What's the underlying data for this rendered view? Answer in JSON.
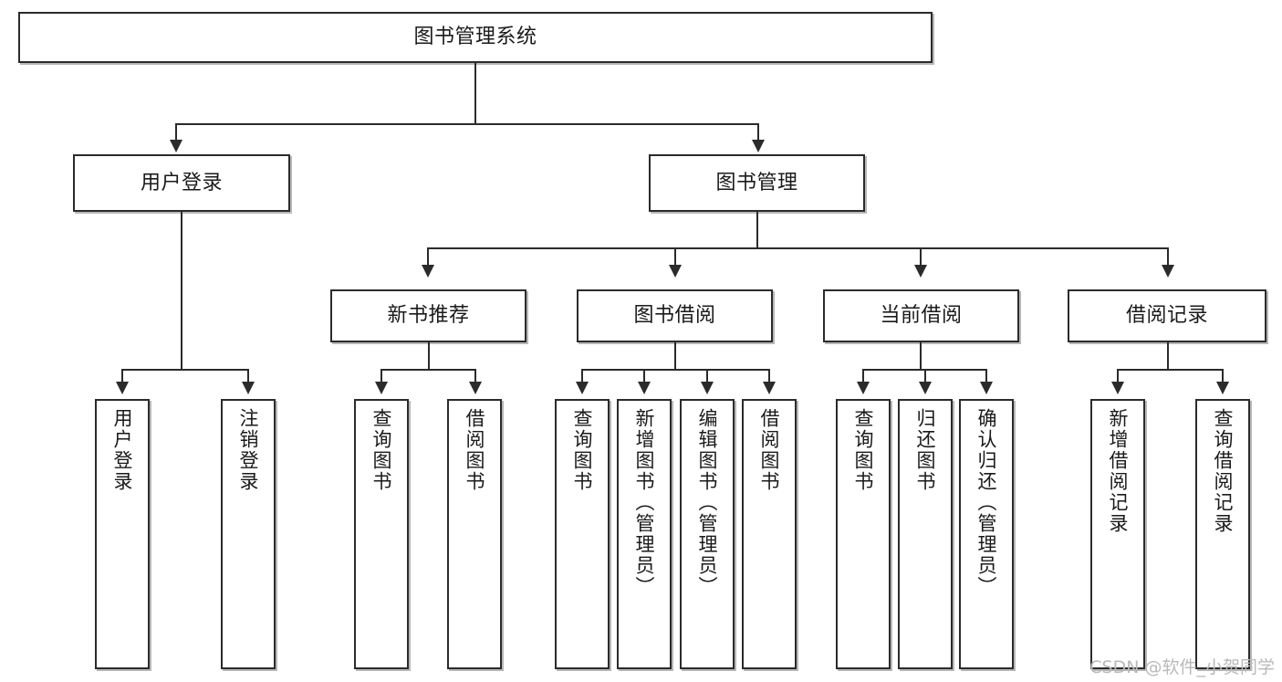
{
  "diagram": {
    "title": "图书管理系统",
    "watermark": "CSDN @软件_小贺同学",
    "type": "hierarchy-tree",
    "root": {
      "label": "图书管理系统"
    },
    "level2": [
      {
        "label": "用户登录"
      },
      {
        "label": "图书管理"
      }
    ],
    "level3": [
      {
        "label": "新书推荐"
      },
      {
        "label": "图书借阅"
      },
      {
        "label": "当前借阅"
      },
      {
        "label": "借阅记录"
      }
    ],
    "leaves": {
      "user_login": [
        {
          "label": "用户登录"
        },
        {
          "label": "注销登录"
        }
      ],
      "new_book": [
        {
          "label": "查询图书"
        },
        {
          "label": "借阅图书"
        }
      ],
      "book_borrow": [
        {
          "label": "查询图书"
        },
        {
          "label": "新增图书（管理员）"
        },
        {
          "label": "编辑图书（管理员）"
        },
        {
          "label": "借阅图书"
        }
      ],
      "current_borrow": [
        {
          "label": "查询图书"
        },
        {
          "label": "归还图书"
        },
        {
          "label": "确认归还（管理员）"
        }
      ],
      "borrow_record": [
        {
          "label": "新增借阅记录"
        },
        {
          "label": "查询借阅记录"
        }
      ]
    },
    "colors": {
      "stroke": "#2b2b2b",
      "fill": "#ffffff",
      "text": "#1a1a1a",
      "watermark": "#b9b9b9"
    }
  }
}
